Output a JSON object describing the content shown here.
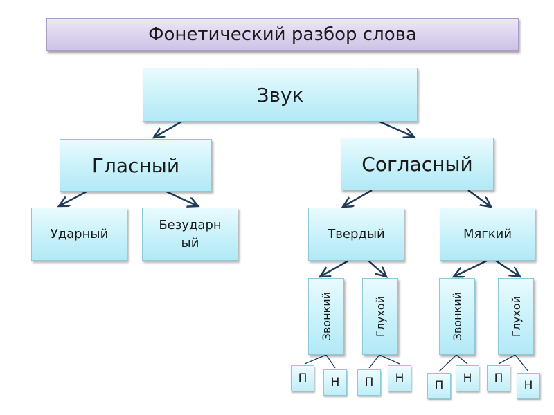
{
  "title": "Фонетический разбор слова",
  "root": "Звук",
  "vowel": "Гласный",
  "consonant": "Согласный",
  "stressed": "Ударный",
  "unstressed_1": "Безударн",
  "unstressed_2": "ый",
  "hard": "Твердый",
  "soft": "Мягкий",
  "voiced": "Звонкий",
  "voiceless": "Глухой",
  "paired": "П",
  "unpaired": "Н",
  "colors": {
    "box_fill": "#c8f1fa",
    "title_fill": "#d9d0ec",
    "arrow": "#1f3b57"
  }
}
